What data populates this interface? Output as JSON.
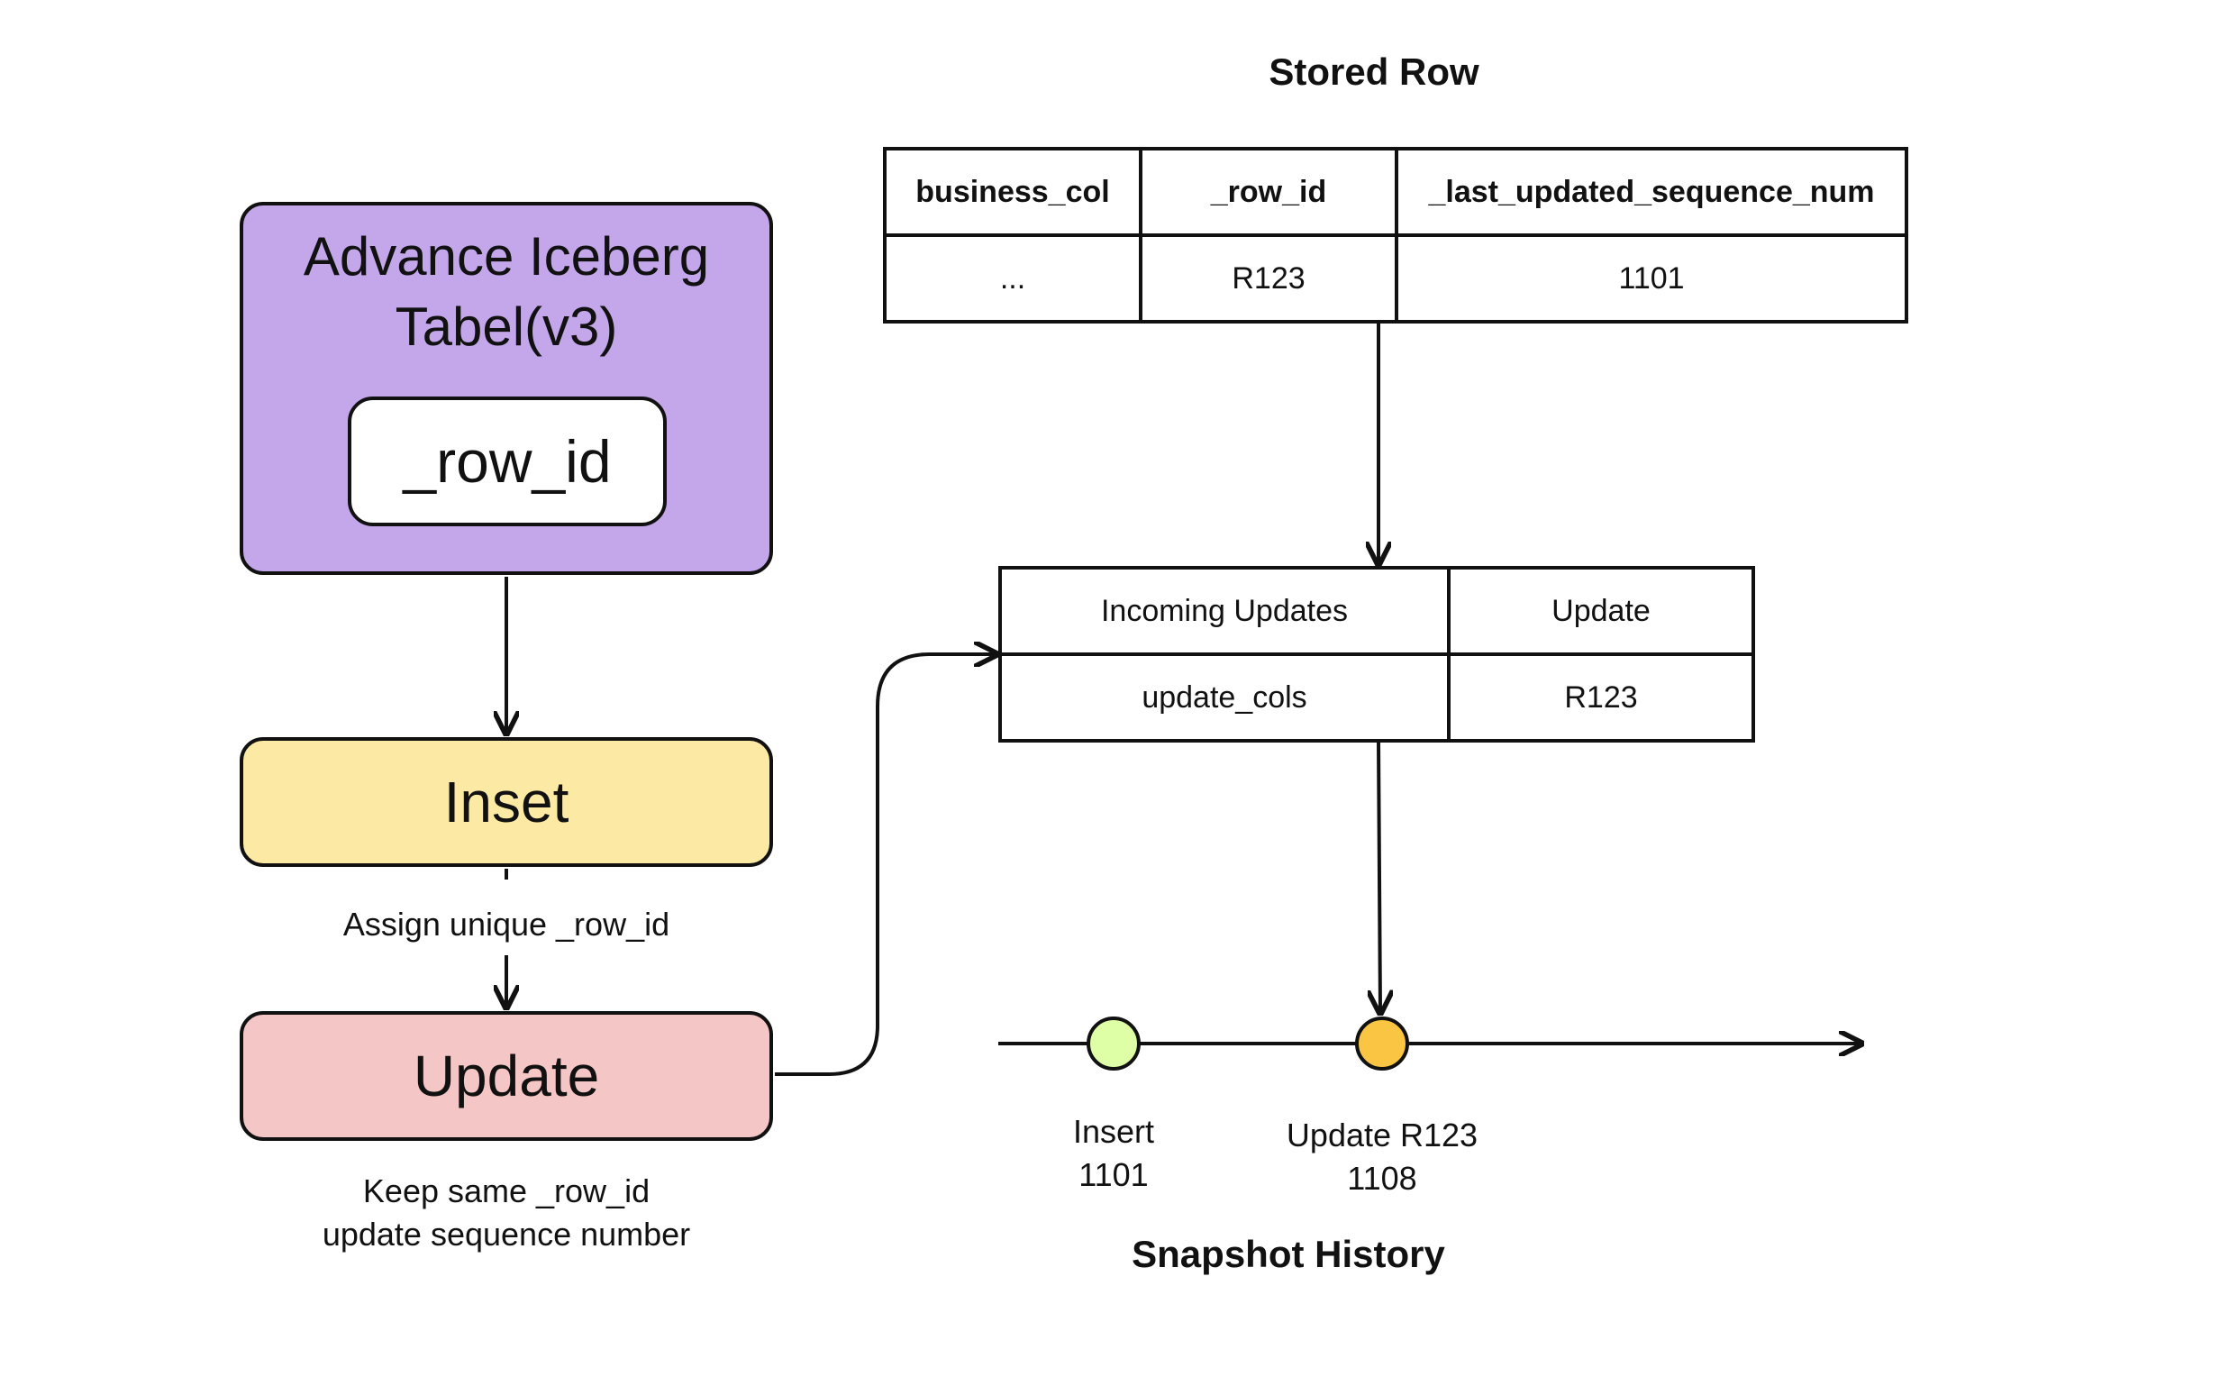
{
  "stored_row": {
    "title": "Stored Row",
    "headers": [
      "business_col",
      "_row_id",
      "_last_updated_sequence_num"
    ],
    "values": [
      "...",
      "R123",
      "1101"
    ]
  },
  "iceberg": {
    "title_line1": "Advance Iceberg",
    "title_line2": "Tabel(v3)",
    "field": "_row_id"
  },
  "inset": {
    "label": "Inset",
    "caption": "Assign unique _row_id"
  },
  "update": {
    "label": "Update",
    "caption_line1": "Keep same _row_id",
    "caption_line2": "update sequence number"
  },
  "incoming_updates": {
    "headers": [
      "Incoming Updates",
      "Update"
    ],
    "values": [
      "update_cols",
      "R123"
    ]
  },
  "snapshot_history": {
    "title": "Snapshot History",
    "events": [
      {
        "label": "Insert",
        "sequence": "1101",
        "color": "#deffa6"
      },
      {
        "label": "Update R123",
        "sequence": "1108",
        "color": "#f9c542"
      }
    ]
  },
  "colors": {
    "iceberg": "#c4a7ea",
    "inset": "#fce9a4",
    "update": "#f4c6c6"
  }
}
